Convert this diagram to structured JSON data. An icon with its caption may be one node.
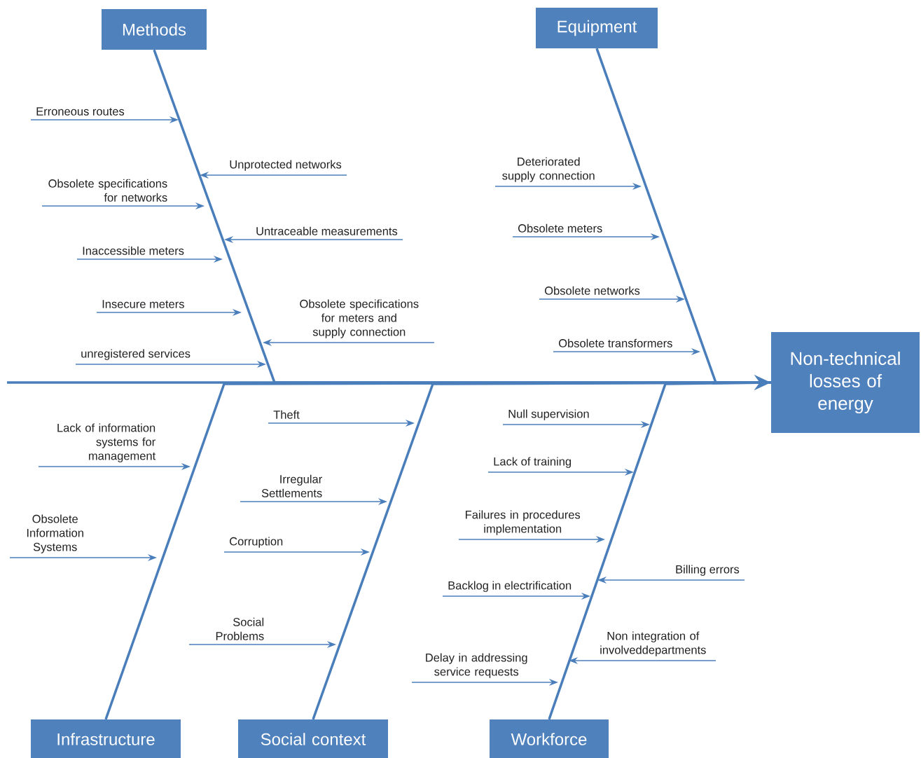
{
  "diagram": {
    "nodes": [
      {
        "text": [
          "Methods"
        ]
      },
      {
        "text": [
          "Equipment"
        ]
      },
      {
        "text": [
          "Non-technical losses of energy"
        ]
      },
      {
        "text": [
          "Infrastructure"
        ]
      },
      {
        "text": [
          "Social context"
        ]
      },
      {
        "text": [
          "Workforce"
        ]
      },
      {
        "text": [
          "Erroneous routes"
        ]
      },
      {
        "text": [
          "Obsolete specifications for networks"
        ]
      },
      {
        "text": [
          "Inaccessible meters"
        ]
      },
      {
        "text": [
          "Insecure meters"
        ]
      },
      {
        "text": [
          "unregistered services"
        ]
      },
      {
        "text": [
          "Unprotected networks"
        ]
      },
      {
        "text": [
          "Untraceable measurements"
        ]
      },
      {
        "text": [
          "Obsolete specifications for meters and supply connection"
        ]
      },
      {
        "text": [
          "Deteriorated supply connection"
        ]
      },
      {
        "text": [
          "Obsolete meters"
        ]
      },
      {
        "text": [
          "Obsolete networks"
        ]
      },
      {
        "text": [
          "Obsolete transformers"
        ]
      },
      {
        "text": [
          "Lack of information systems for management"
        ]
      },
      {
        "text": [
          "Obsolete Information Systems"
        ]
      },
      {
        "text": [
          "Theft"
        ]
      },
      {
        "text": [
          "Irregular Settlements"
        ]
      },
      {
        "text": [
          "Corruption"
        ]
      },
      {
        "text": [
          "Social Problems"
        ]
      },
      {
        "text": [
          "Null supervision"
        ]
      },
      {
        "text": [
          "Lack of training"
        ]
      },
      {
        "text": [
          "Failures in procedures implementation"
        ]
      },
      {
        "text": [
          "Billing errors"
        ]
      },
      {
        "text": [
          "Backlog in electrification"
        ]
      },
      {
        "text": [
          "Non integration of involveddepartments"
        ]
      },
      {
        "text": [
          "Delay in addressing service requests"
        ]
      }
    ],
    "edges": [
      {
        "from": null,
        "to": 2,
        "arrow": "to"
      },
      {
        "from": 0,
        "to": 2,
        "arrow": "none"
      },
      {
        "from": 1,
        "to": 2,
        "arrow": "none"
      },
      {
        "from": 3,
        "to": 2,
        "arrow": "none"
      },
      {
        "from": 4,
        "to": 2,
        "arrow": "none"
      },
      {
        "from": 5,
        "to": 2,
        "arrow": "none"
      },
      {
        "from": 6,
        "to": null,
        "arrow": "to"
      },
      {
        "from": 7,
        "to": null,
        "arrow": "to"
      },
      {
        "from": 8,
        "to": null,
        "arrow": "to"
      },
      {
        "from": 9,
        "to": null,
        "arrow": "to"
      },
      {
        "from": 10,
        "to": null,
        "arrow": "to"
      },
      {
        "from": 11,
        "to": null,
        "arrow": "to"
      },
      {
        "from": 12,
        "to": null,
        "arrow": "to"
      },
      {
        "from": 13,
        "to": null,
        "arrow": "to"
      },
      {
        "from": 14,
        "to": null,
        "arrow": "to"
      },
      {
        "from": 15,
        "to": null,
        "arrow": "to"
      },
      {
        "from": 16,
        "to": null,
        "arrow": "to"
      },
      {
        "from": 17,
        "to": null,
        "arrow": "to"
      },
      {
        "from": 18,
        "to": null,
        "arrow": "to"
      },
      {
        "from": 19,
        "to": null,
        "arrow": "to"
      },
      {
        "from": 20,
        "to": null,
        "arrow": "to"
      },
      {
        "from": 21,
        "to": null,
        "arrow": "to"
      },
      {
        "from": 22,
        "to": null,
        "arrow": "to"
      },
      {
        "from": 23,
        "to": null,
        "arrow": "to"
      },
      {
        "from": 24,
        "to": null,
        "arrow": "to"
      },
      {
        "from": 25,
        "to": null,
        "arrow": "to"
      },
      {
        "from": 26,
        "to": null,
        "arrow": "to"
      },
      {
        "from": 27,
        "to": null,
        "arrow": "to"
      },
      {
        "from": 28,
        "to": null,
        "arrow": "to"
      },
      {
        "from": 29,
        "to": null,
        "arrow": "to"
      },
      {
        "from": 30,
        "to": null,
        "arrow": "to"
      }
    ]
  }
}
